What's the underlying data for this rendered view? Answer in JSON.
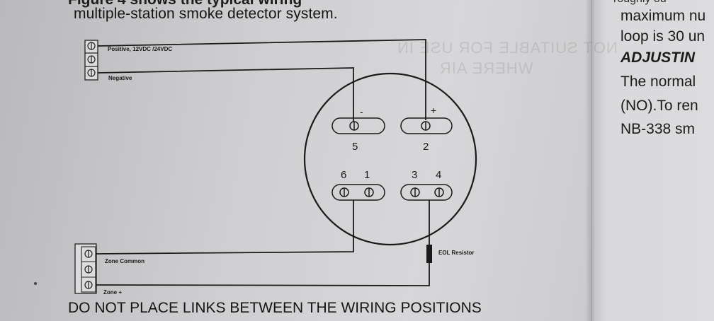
{
  "document": {
    "top_cut_text": "Figure 4 shows the typical wiring",
    "caption": "multiple-station smoke detector system.",
    "warning": "DO NOT PLACE LINKS BETWEEN THE WIRING POSITIONS"
  },
  "wiring": {
    "positive_label": "Positive, 12VDC /24VDC",
    "negative_label": "Negative",
    "zone_common_label": "Zone Common",
    "zone_plus_label": "Zone +",
    "eol_label": "EOL Resistor",
    "minus_sign": "-",
    "plus_sign": "+",
    "terminal_numbers": {
      "t5": "5",
      "t2": "2",
      "t6": "6",
      "t1": "1",
      "t3": "3",
      "t4": "4"
    }
  },
  "right_column": {
    "cut_top": "roughly ou",
    "line1": "maximum nu",
    "line2": "loop is 30 un",
    "heading": "ADJUSTIN",
    "line3": "The normal",
    "line4": "(NO).To ren",
    "line5": "NB-338 sm"
  },
  "bleed_through": {
    "line1": "NOT SUITABLE FOR USE IN",
    "line2": "WHERE AIR"
  },
  "colors": {
    "ink": "#151515",
    "paper": "#d3d3d5"
  }
}
